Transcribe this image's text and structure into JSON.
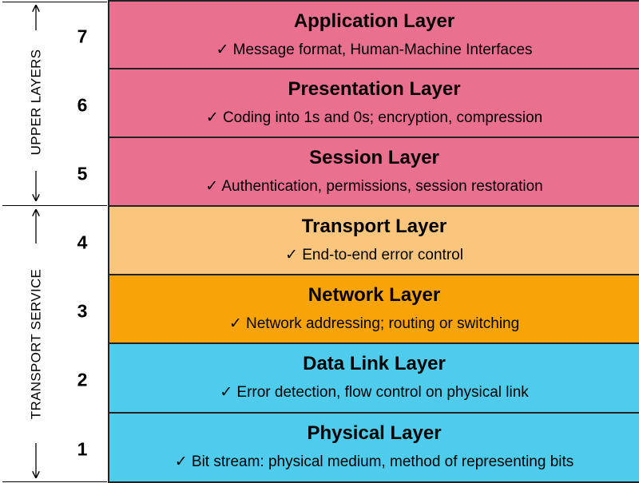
{
  "sidebar": {
    "upper_label": "UPPER LAYERS",
    "transport_label": "TRANSPORT SERVICE",
    "numbers": [
      "7",
      "6",
      "5",
      "4",
      "3",
      "2",
      "1"
    ]
  },
  "colors": {
    "upper": "#e9708f",
    "transport": "#fac57c",
    "network": "#f8a407",
    "lower": "#4fcbeb"
  },
  "layers": [
    {
      "title": "Application Layer",
      "desc": "✓ Message format, Human-Machine Interfaces"
    },
    {
      "title": "Presentation Layer",
      "desc": "✓ Coding into 1s and 0s; encryption, compression"
    },
    {
      "title": "Session Layer",
      "desc": "✓ Authentication, permissions, session restoration"
    },
    {
      "title": "Transport Layer",
      "desc": "✓ End-to-end error control"
    },
    {
      "title": "Network Layer",
      "desc": "✓ Network addressing; routing or switching"
    },
    {
      "title": "Data Link Layer",
      "desc": "✓ Error detection, flow control on physical link"
    },
    {
      "title": "Physical Layer",
      "desc": "✓ Bit stream: physical medium, method of representing bits"
    }
  ]
}
